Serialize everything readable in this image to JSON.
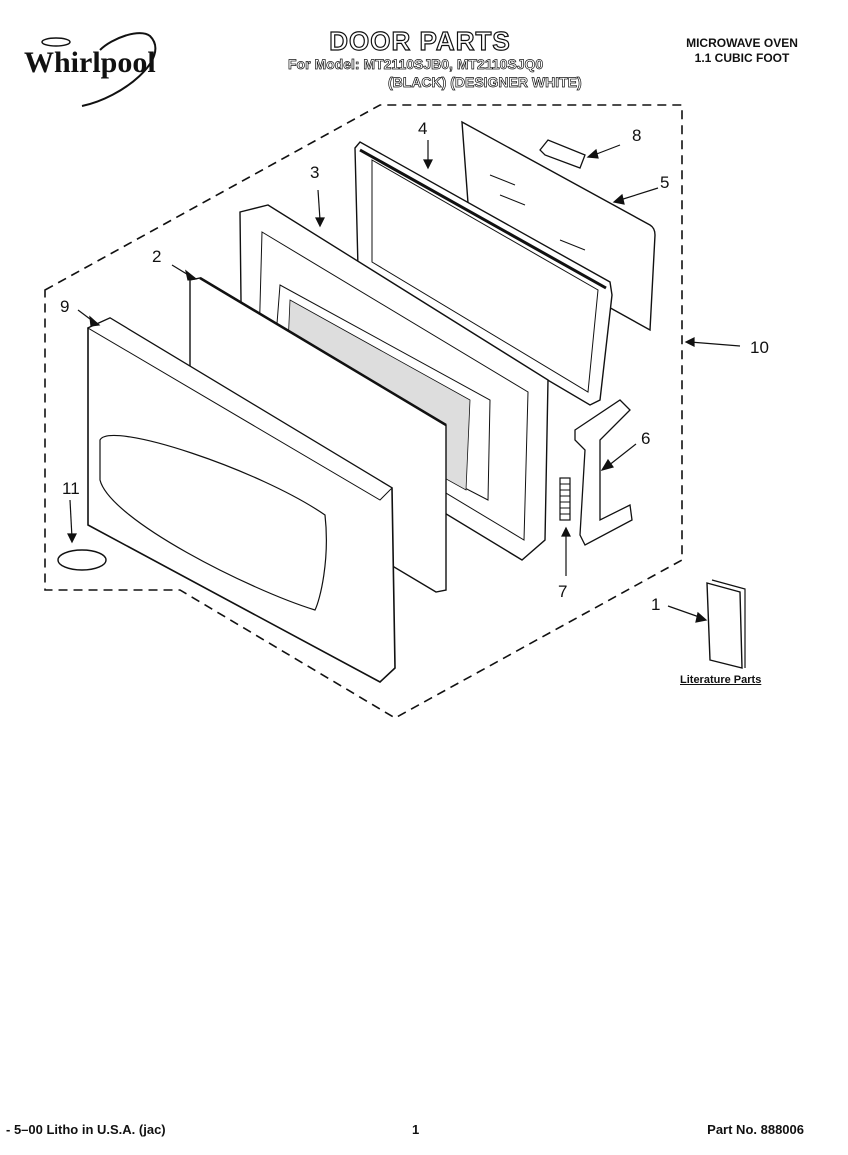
{
  "header": {
    "brand": "Whirlpool",
    "title": "DOOR PARTS",
    "models_line": "For Model: MT2110SJB0, MT2110SJQ0",
    "colors_line": "(BLACK)  (DESIGNER WHITE)",
    "product_line1": "MICROWAVE OVEN",
    "product_line2": "1.1 CUBIC FOOT"
  },
  "callouts": [
    "1",
    "2",
    "3",
    "4",
    "5",
    "6",
    "7",
    "8",
    "9",
    "10",
    "11"
  ],
  "literature_label": "Literature Parts",
  "footer": {
    "left": "- 5–00 Litho in U.S.A. (jac)",
    "page": "1",
    "part_no": "Part No. 888006"
  }
}
